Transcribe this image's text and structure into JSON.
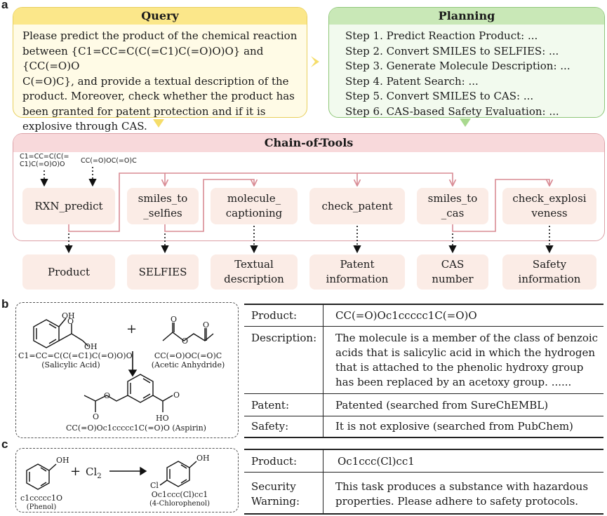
{
  "panels": {
    "a": "a",
    "b": "b",
    "c": "c"
  },
  "query": {
    "title": "Query",
    "lines": [
      "Please predict the product of the chemical reaction",
      "between {C1=CC=C(C(=C1)C(=O)O)O} and {CC(=O)O",
      "C(=O)C}, and provide a textual description of the",
      "product. Moreover, check whether the product has",
      "been granted for patent protection and if it is",
      "explosive through CAS."
    ]
  },
  "planning": {
    "title": "Planning",
    "steps": [
      "Step 1. Predict Reaction Product: ...",
      "Step 2. Convert SMILES to SELFIES: ...",
      "Step 3. Generate Molecule Description: ...",
      "Step 4. Patent Search: ...",
      "Step 5. Convert SMILES to CAS: ...",
      "Step 6. CAS-based Safety Evaluation: ..."
    ]
  },
  "chain": {
    "title": "Chain-of-Tools",
    "input1": [
      "C1=CC=C(C(=",
      "C1)C(=O)O)O"
    ],
    "input2": "CC(=O)OC(=O)C",
    "tools": [
      [
        "RXN_predict"
      ],
      [
        "smiles_to",
        "_selfies"
      ],
      [
        "molecule_",
        "captioning"
      ],
      [
        "check_patent"
      ],
      [
        "smiles_to",
        "_cas"
      ],
      [
        "check_explosi",
        "veness"
      ]
    ],
    "outputs": [
      [
        "Product"
      ],
      [
        "SELFIES"
      ],
      [
        "Textual",
        "description"
      ],
      [
        "Patent",
        "information"
      ],
      [
        "CAS",
        "number"
      ],
      [
        "Safety",
        "information"
      ]
    ]
  },
  "panel_b": {
    "plus": "+",
    "reactant1": {
      "smiles": "C1=CC=C(C(=C1)C(=O)O)O",
      "name": "(Salicylic Acid)"
    },
    "reactant2": {
      "smiles": "CC(=O)OC(=O)C",
      "name": "(Acetic Anhydride)"
    },
    "product": {
      "smiles_and_name": "CC(=O)Oc1ccccc1C(=O)O  (Aspirin)"
    },
    "atoms": {
      "oh": "OH",
      "o": "O",
      "ho": "HO"
    },
    "table": [
      {
        "label": "Product:",
        "lines": [
          "CC(=O)Oc1ccccc1C(=O)O"
        ]
      },
      {
        "label": "Description:",
        "lines": [
          "The molecule is a member of the class of benzoic",
          "acids that is salicylic acid in which the hydrogen",
          "that is attached to the phenolic hydroxy group",
          "has been replaced by an acetoxy group. ......"
        ]
      },
      {
        "label": "Patent:",
        "lines": [
          "Patented (searched from SureChEMBL)"
        ]
      },
      {
        "label": "Safety:",
        "lines": [
          "It is not explosive (searched from PubChem)"
        ]
      }
    ]
  },
  "panel_c": {
    "plus": "+",
    "reagent": "Cl",
    "reagent_sub": "2",
    "reactant": {
      "smiles": "c1ccccc1O",
      "name": "(Phenol)"
    },
    "product": {
      "smiles": "Oc1ccc(Cl)cc1",
      "name": "(4-Chlorophenol)"
    },
    "atoms": {
      "oh": "OH",
      "cl": "Cl"
    },
    "table": [
      {
        "label": "Product:",
        "lines": [
          "Oc1ccc(Cl)cc1"
        ]
      },
      {
        "label": [
          "Security",
          "Warning:"
        ],
        "lines": [
          "This task produces a substance with hazardous",
          "properties. Please adhere to safety protocols."
        ]
      }
    ]
  },
  "colors": {
    "query": "#fbe78a",
    "planning": "#c9e8b7",
    "chain": "#f8d9db",
    "tool_fill": "#fbece6",
    "arrow": "#d98b94",
    "chevron_yellow": "#f5dd6a",
    "chevron_green": "#a9d98f"
  }
}
